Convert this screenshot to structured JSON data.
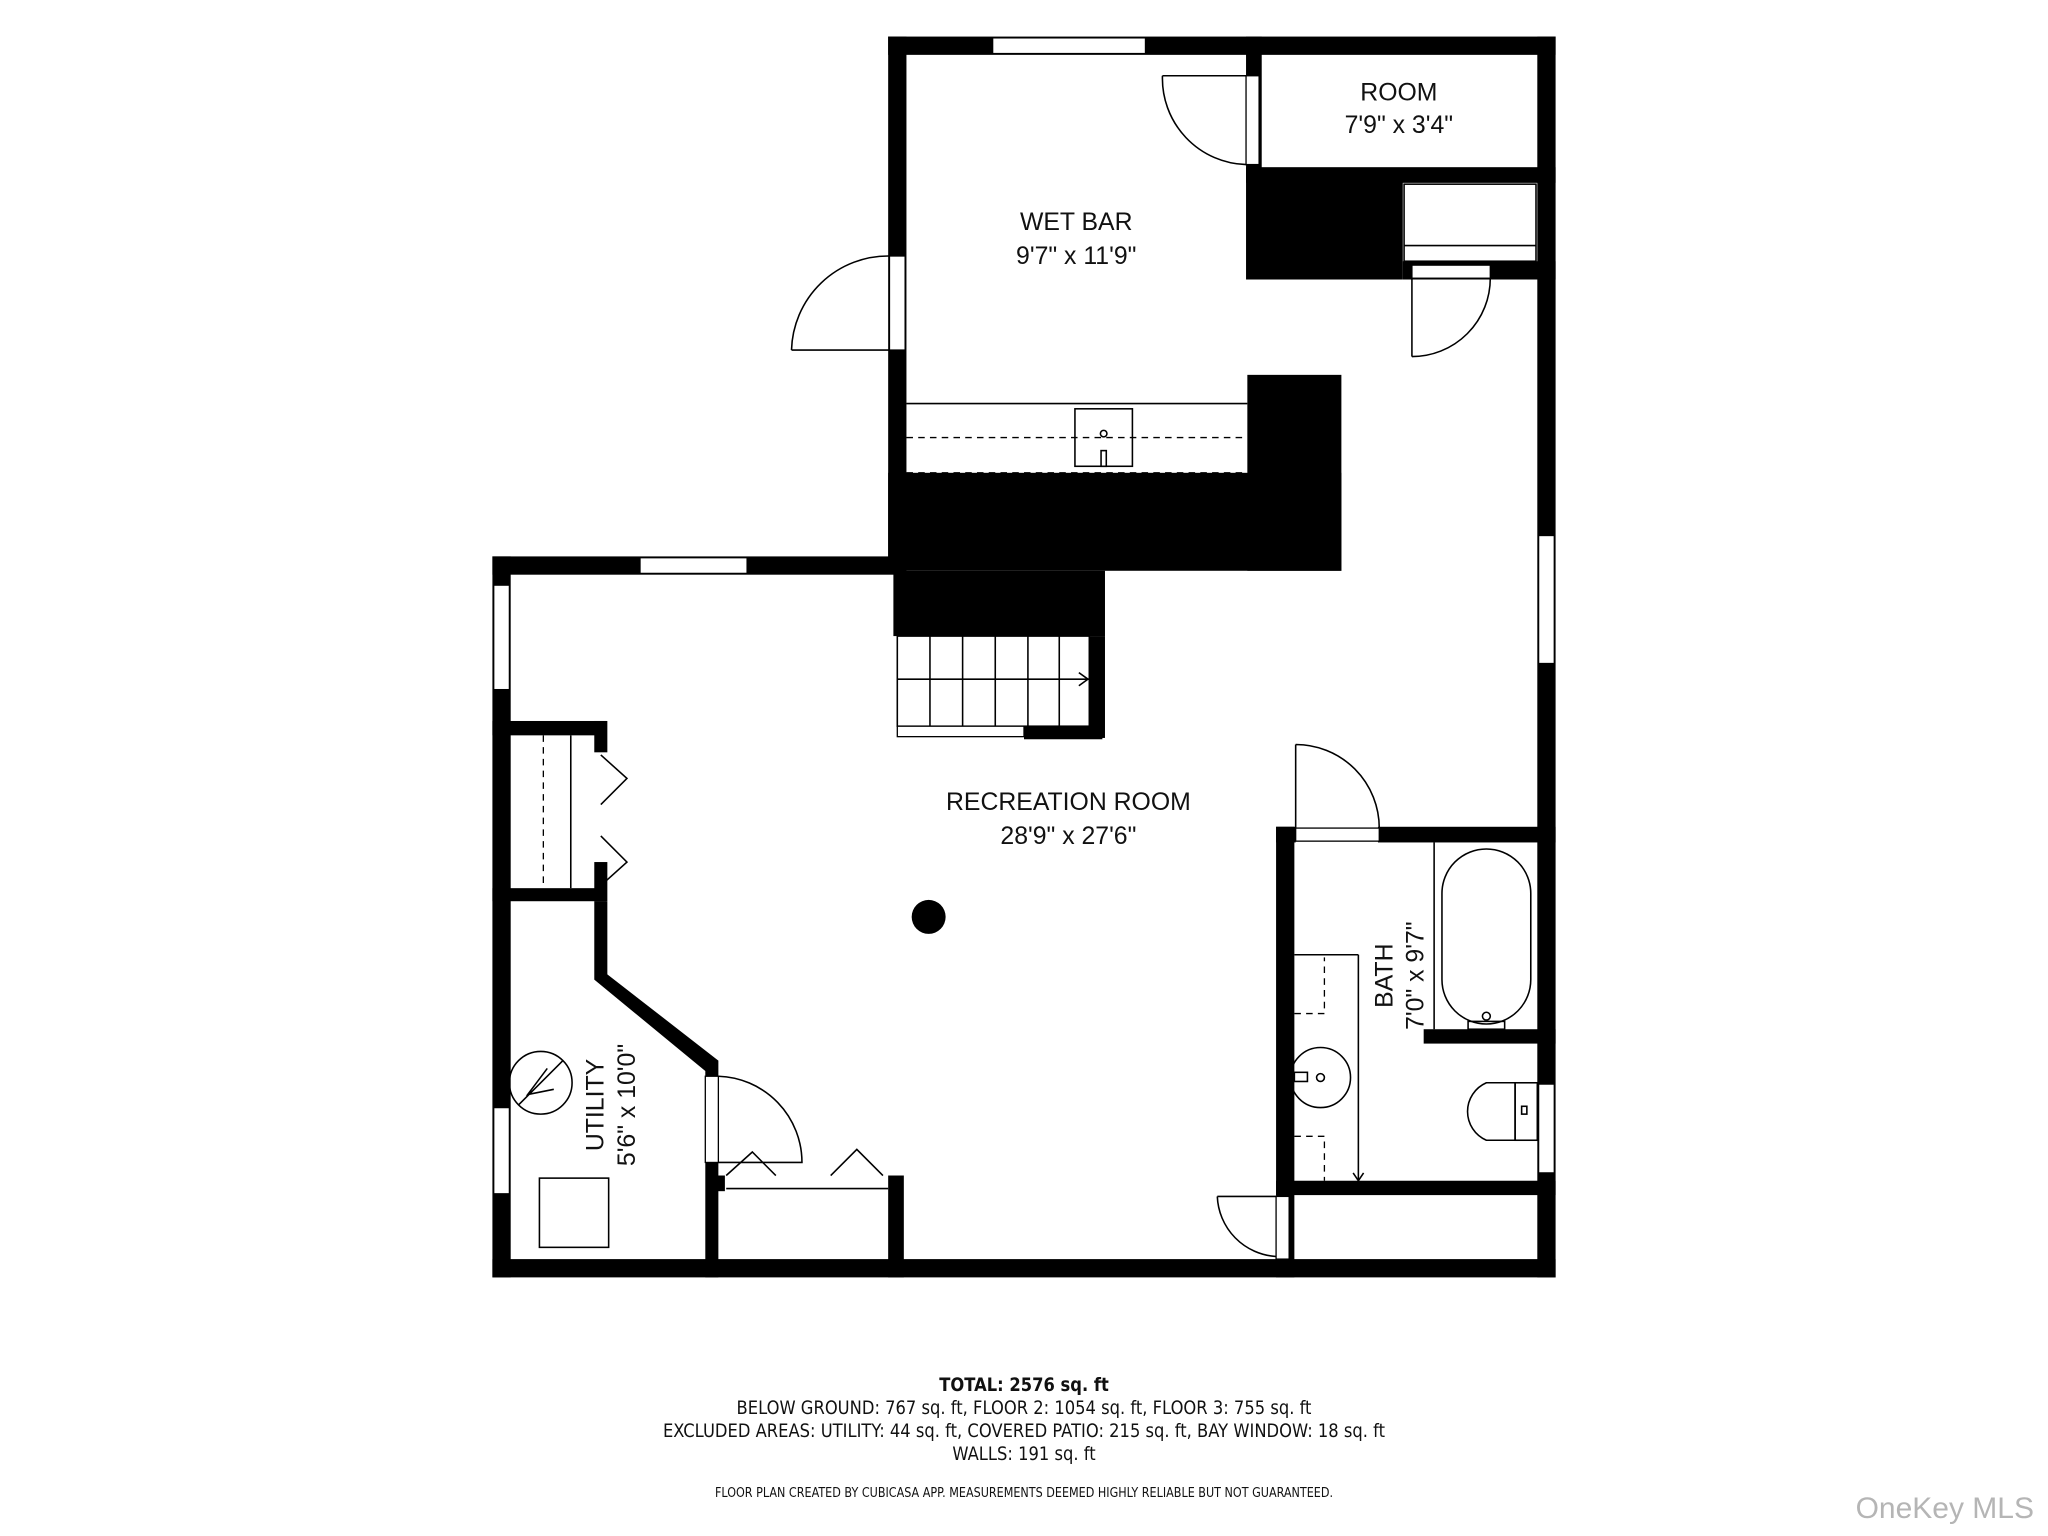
{
  "floorplan": {
    "rooms": [
      {
        "name": "ROOM",
        "dimensions": "7'9\" x 3'4\""
      },
      {
        "name": "WET BAR",
        "dimensions": "9'7\" x 11'9\""
      },
      {
        "name": "RECREATION ROOM",
        "dimensions": "28'9\" x 27'6\""
      },
      {
        "name": "BATH",
        "dimensions": "7'0\" x 9'7\""
      },
      {
        "name": "UTILITY",
        "dimensions": "5'6\" x 10'0\""
      }
    ],
    "icons": [
      "door-swing-icon",
      "window-icon",
      "stairs-icon",
      "bathtub-icon",
      "toilet-icon",
      "sink-icon",
      "water-heater-icon",
      "column-icon"
    ]
  },
  "summary": {
    "total": "TOTAL: 2576 sq. ft",
    "floors": "BELOW GROUND: 767 sq. ft, FLOOR 2: 1054 sq. ft, FLOOR 3: 755 sq. ft",
    "excluded": "EXCLUDED AREAS: UTILITY: 44 sq. ft, COVERED PATIO: 215 sq. ft, BAY WINDOW: 18 sq. ft",
    "walls": "WALLS: 191 sq. ft",
    "disclaimer": "FLOOR PLAN CREATED BY CUBICASA APP. MEASUREMENTS DEEMED HIGHLY RELIABLE BUT NOT GUARANTEED."
  },
  "watermark": "OneKey MLS"
}
